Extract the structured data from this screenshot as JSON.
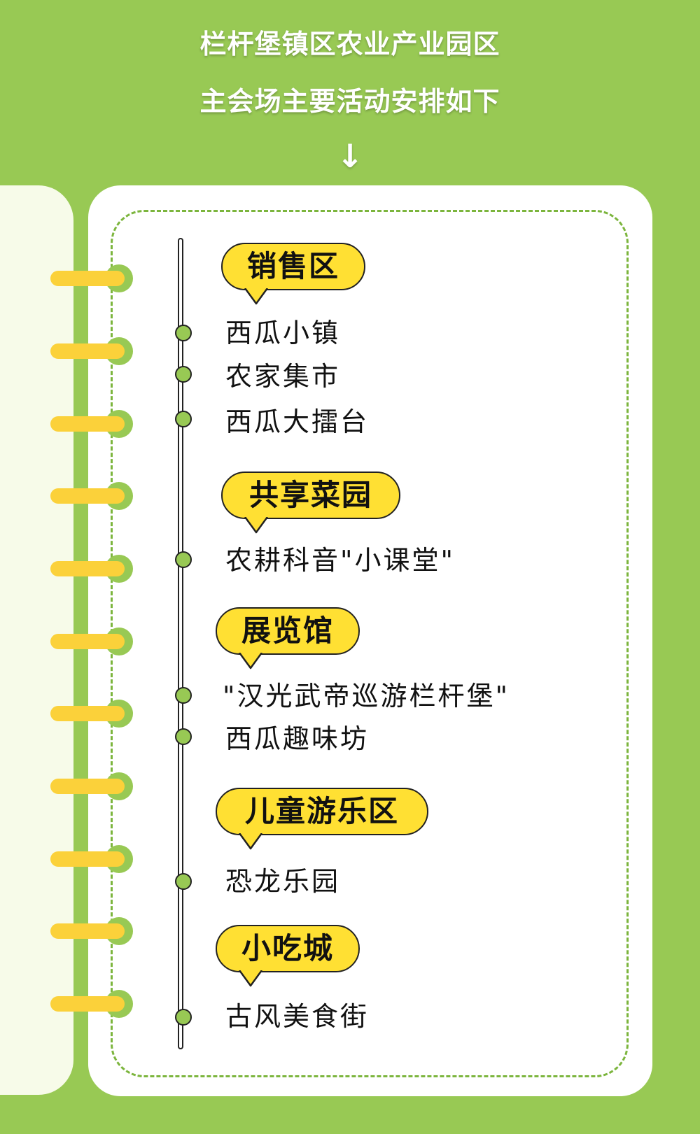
{
  "header": {
    "line1": "栏杆堡镇区农业产业园区",
    "line2": "主会场主要活动安排如下",
    "arrow": "↓"
  },
  "colors": {
    "background": "#98c954",
    "ring": "#fbd13a",
    "bubble": "#ffe033",
    "dashed_border": "#7cb53d",
    "back_page": "#f7fbe9"
  },
  "sections": [
    {
      "title": "销售区",
      "items": [
        "西瓜小镇",
        "农家集市",
        "西瓜大擂台"
      ]
    },
    {
      "title": "共享菜园",
      "items": [
        "农耕科音\"小课堂\""
      ]
    },
    {
      "title": "展览馆",
      "items": [
        "\"汉光武帝巡游栏杆堡\"",
        "西瓜趣味坊"
      ]
    },
    {
      "title": "儿童游乐区",
      "items": [
        "恐龙乐园"
      ]
    },
    {
      "title": "小吃城",
      "items": [
        "古风美食街"
      ]
    }
  ]
}
